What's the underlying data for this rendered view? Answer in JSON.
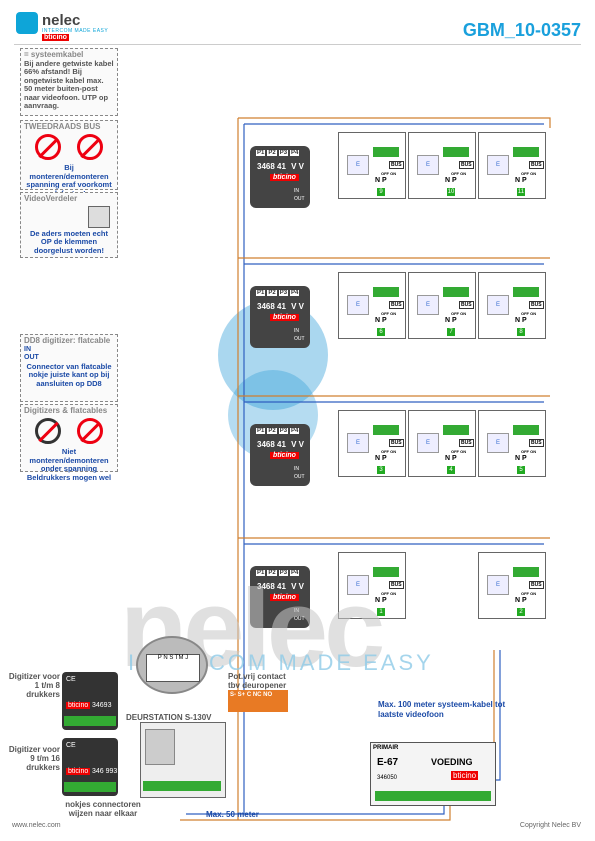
{
  "header": {
    "brand": "nelec",
    "brand_sub": "INTERCOM MADE EASY",
    "brand_partner": "bticino",
    "doc_id": "GBM_10-0357"
  },
  "notes": {
    "cable": {
      "legend": "= systeemkabel",
      "text": "Bij andere getwiste kabel 66% afstand! Bij ongetwiste kabel max. 50 meter buiten-post naar videofoon. UTP op aanvraag."
    },
    "bus": {
      "title": "TWEEDRAADS BUS",
      "text": "Bij monteren/demonteren spanning eraf voorkomt defecten!"
    },
    "verdeler": {
      "title": "VideoVerdeler",
      "text": "De aders moeten echt OP de klemmen doorgelust worden!"
    },
    "dd8": {
      "title": "DD8 digitizer: flatcable",
      "in": "IN",
      "out": "OUT",
      "text": "Connector van flatcable nokje juiste kant op bij aansluiten op DD8"
    },
    "flat": {
      "title": "Digitizers & flatcables",
      "text": "Niet monteren/demonteren onder spanning Beldrukkers mogen wel"
    }
  },
  "distributor": {
    "ports": [
      "P1",
      "P2",
      "P3",
      "P4"
    ],
    "code": "3468 41",
    "vv": "V V",
    "brand": "bticino",
    "in": "IN",
    "out": "OUT"
  },
  "monitor": {
    "screen": "E",
    "bus": "BUS",
    "offon": "OFF ON",
    "np": "N  P"
  },
  "rows": [
    {
      "numbers": [
        "9",
        "10",
        "11"
      ]
    },
    {
      "numbers": [
        "6",
        "7",
        "8"
      ]
    },
    {
      "numbers": [
        "3",
        "4",
        "5"
      ]
    },
    {
      "numbers": [
        "1",
        "2"
      ]
    }
  ],
  "bottom": {
    "pnstm_labels": "P N S TM J",
    "deurstation": "DEURSTATION S-130V",
    "contact": "Pot.vrij contact tbv deuropener",
    "contact_pins": "S- S+ C NC NO",
    "dig1_label": "Digitizer voor 1 t/m 8 drukkers",
    "dig1_code": "34693",
    "dig2_label": "Digitizer voor 9 t/m 16 drukkers",
    "dig2_code": "346 993",
    "nokjes": "nokjes connectoren wijzen naar elkaar",
    "max50": "Max. 50 meter",
    "max100": "Max. 100 meter systeem-kabel tot laatste videofoon",
    "primair": "PRIMAIR",
    "psu_code": "E-67",
    "psu_label": "VOEDING",
    "psu_num": "346050",
    "psu_brand": "bticino"
  },
  "watermark": {
    "big": "nelec",
    "tag": "INTERCOM MADE EASY"
  },
  "footer": {
    "url": "www.nelec.com",
    "copyright": "Copyright Nelec BV"
  }
}
